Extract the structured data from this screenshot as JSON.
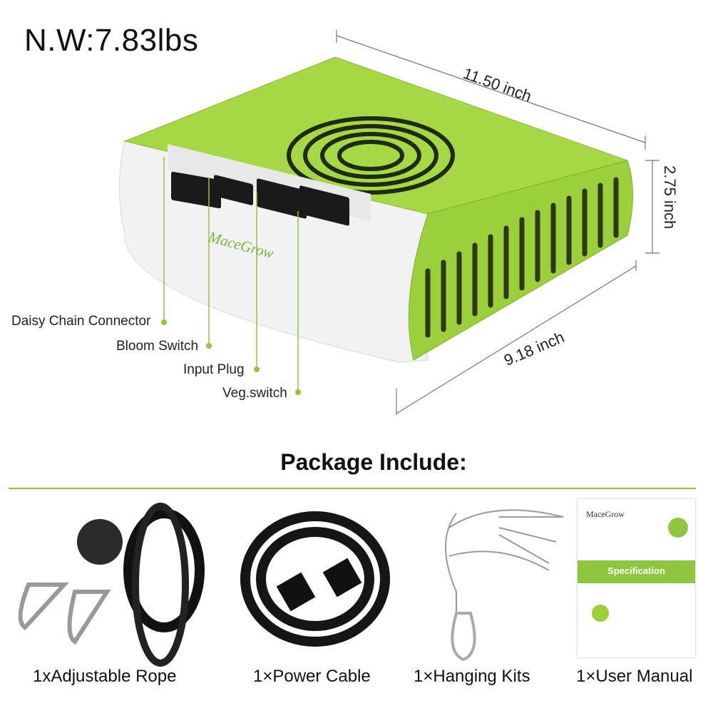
{
  "product": {
    "net_weight": "N.W:7.83lbs",
    "brand_logo": "MaceGrow",
    "dimensions": {
      "length": "11.50 inch",
      "height": "2.75 inch",
      "width": "9.18 inch"
    },
    "callouts": [
      {
        "label": "Daisy Chain Connector"
      },
      {
        "label": "Bloom Switch"
      },
      {
        "label": "Input Plug"
      },
      {
        "label": "Veg.switch"
      }
    ]
  },
  "package": {
    "title": "Package Include:",
    "items": [
      {
        "label": "1xAdjustable Rope",
        "icon": "adjustable-rope-icon"
      },
      {
        "label": "1×Power Cable",
        "icon": "power-cable-icon"
      },
      {
        "label": "1×Hanging Kits",
        "icon": "hanging-kit-icon"
      },
      {
        "label": "1×User Manual",
        "icon": "user-manual-icon"
      }
    ],
    "manual": {
      "brand": "MaceGrow",
      "heading": "Specification"
    }
  },
  "colors": {
    "accent_green": "#8dc63f",
    "housing_white": "#f4f4f4",
    "dark_metal": "#1a1a1a"
  }
}
